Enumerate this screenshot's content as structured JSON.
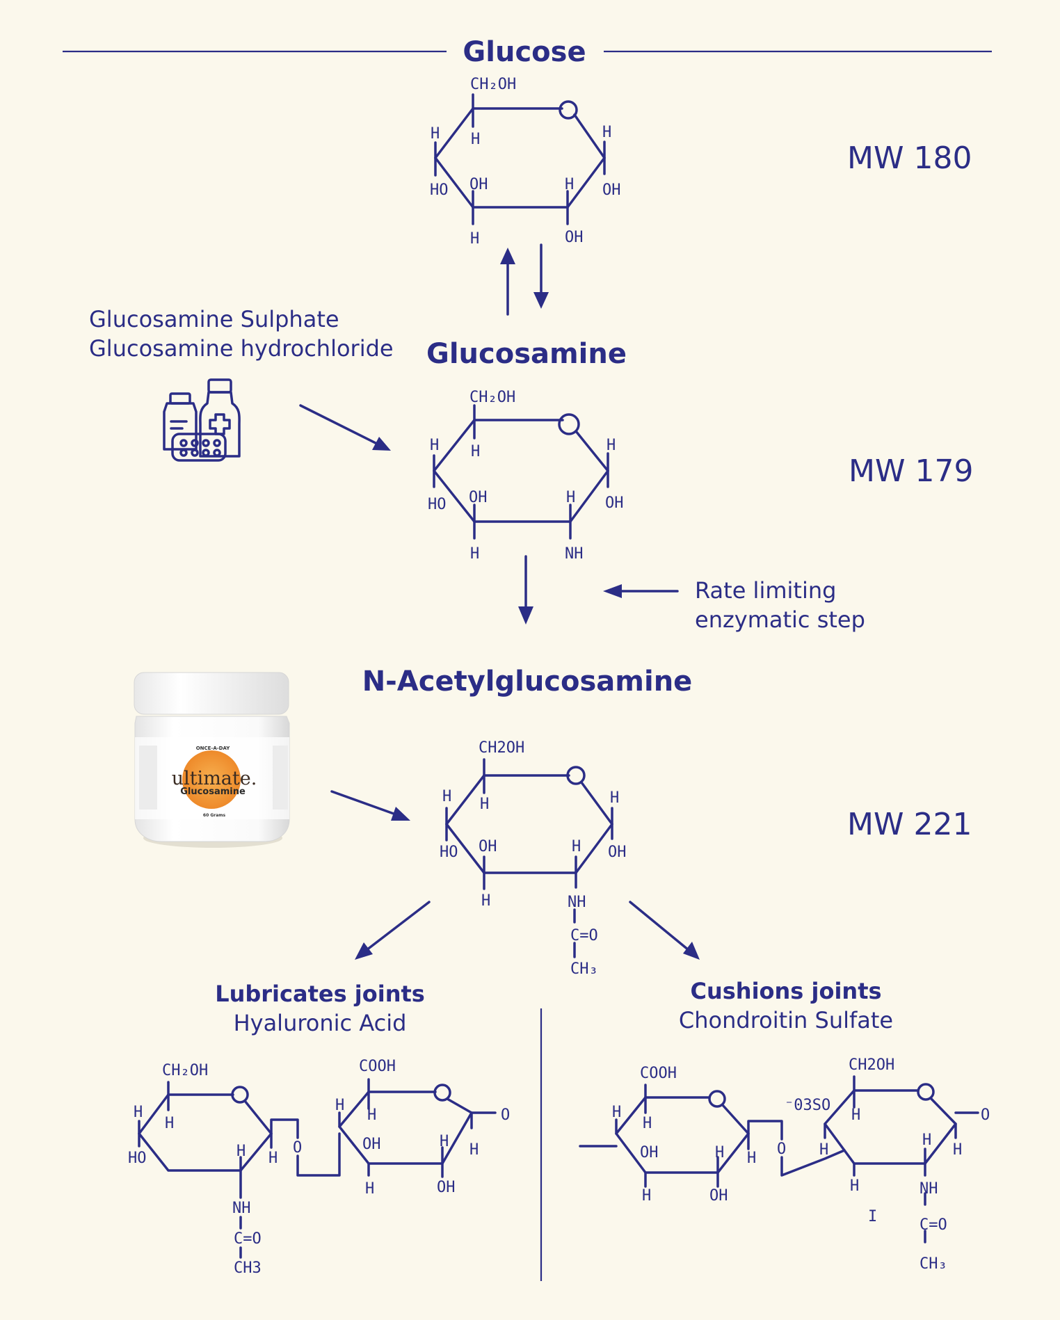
{
  "titles": {
    "glucose": "Glucose",
    "glucosamine": "Glucosamine",
    "nag": "N-Acetylglucosamine"
  },
  "mw": {
    "glucose": "MW 180",
    "glucosamine": "MW 179",
    "nag": "MW 221"
  },
  "sources": {
    "line1": "Glucosamine Sulphate",
    "line2": "Glucosamine hydrochloride"
  },
  "rate": {
    "line1": "Rate limiting",
    "line2": "enzymatic step"
  },
  "product": {
    "brand": "ultimate.",
    "name": "Glucosamine",
    "top": "ONCE-A-DAY",
    "size": "60 Grams"
  },
  "lubricates": {
    "title": "Lubricates joints",
    "sub": "Hyaluronic Acid"
  },
  "cushions": {
    "title": "Cushions joints",
    "sub": "Chondroitin Sulfate"
  },
  "atoms": {
    "ch2oh": "CH₂OH",
    "ch2oh_plain": "CH2OH",
    "h": "H",
    "ho": "HO",
    "oh": "OH",
    "nh": "NH",
    "co": "C=O",
    "ch3": "CH₃",
    "ch3_plain": "CH3",
    "cooh": "COOH",
    "o": "O",
    "o3so": "⁻03SO",
    "bar": "I"
  },
  "colors": {
    "ink": "#2B2D86",
    "background": "#FBF8EC",
    "jar_orange": "#F39A3C"
  }
}
